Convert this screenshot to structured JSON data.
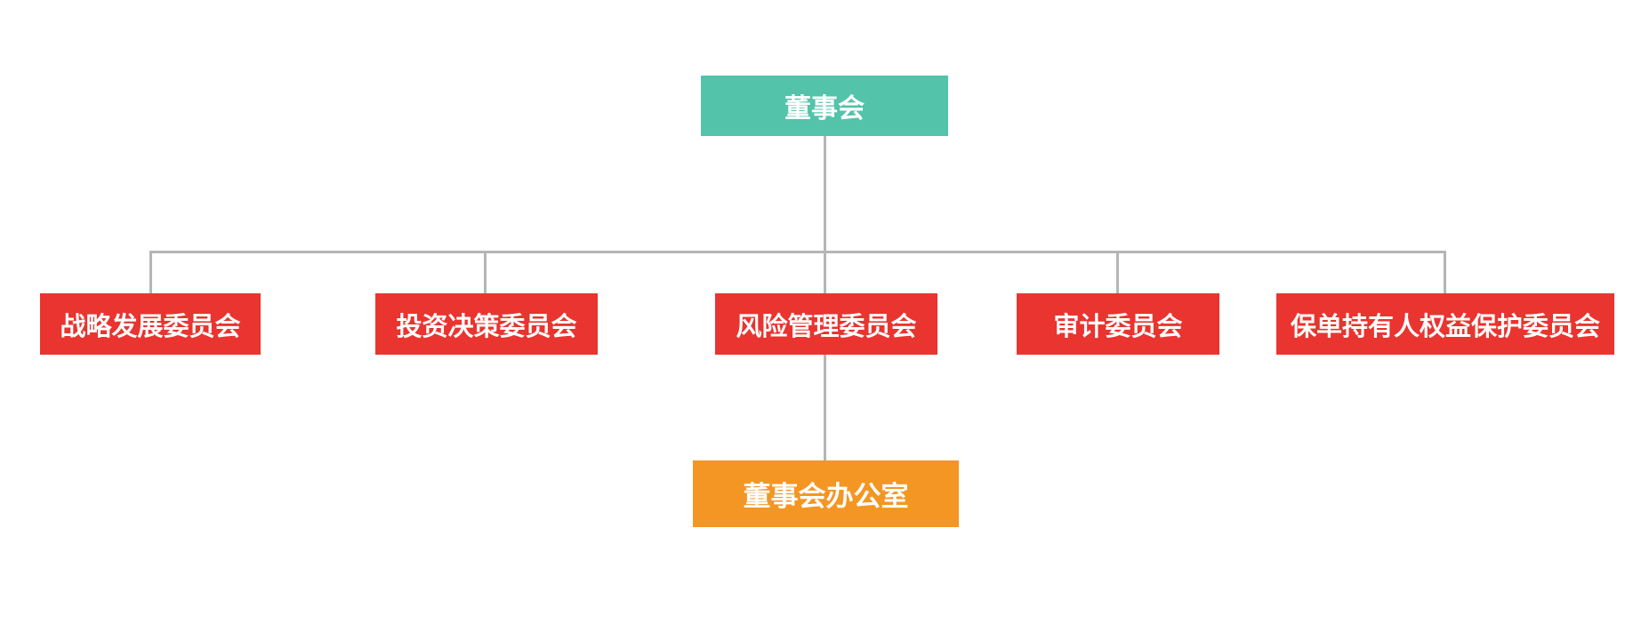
{
  "diagram": {
    "type": "org-chart",
    "background": "#FFFFFF",
    "text_color": "#FFFFFF",
    "connector_color": "#B5B5B5",
    "root": {
      "label": "董事会",
      "color": "#53C3A9"
    },
    "committees": [
      {
        "label": "战略发展委员会",
        "color": "#E93430"
      },
      {
        "label": "投资决策委员会",
        "color": "#E93430"
      },
      {
        "label": "风险管理委员会",
        "color": "#E93430"
      },
      {
        "label": "审计委员会",
        "color": "#E93430"
      },
      {
        "label": "保单持有人权益保护委员会",
        "color": "#E93430"
      }
    ],
    "office": {
      "label": "董事会办公室",
      "color": "#F49623"
    }
  }
}
